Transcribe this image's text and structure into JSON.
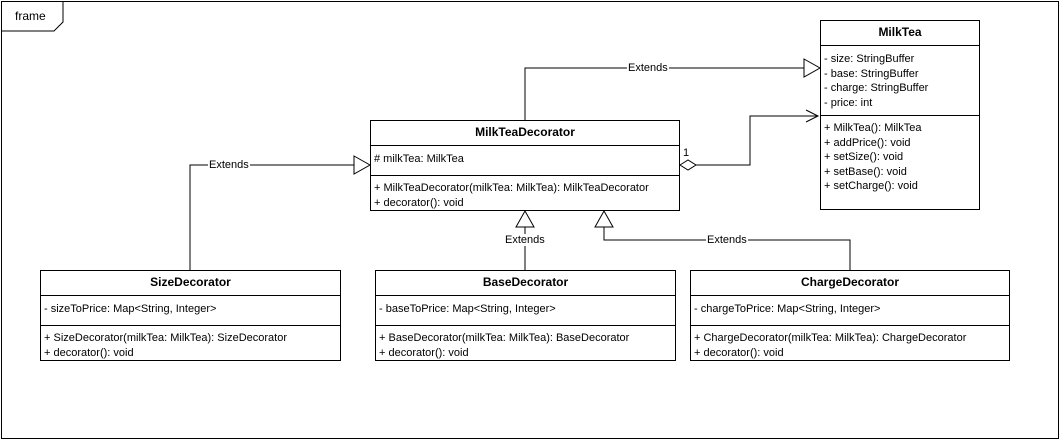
{
  "frame": {
    "label": "frame"
  },
  "classes": {
    "milktea": {
      "name": "MilkTea",
      "attributes": [
        "- size: StringBuffer",
        "- base: StringBuffer",
        "- charge: StringBuffer",
        "- price: int"
      ],
      "methods": [
        "+ MilkTea(): MilkTea",
        "+ addPrice(): void",
        "+ setSize(): void",
        "+ setBase(): void",
        "+ setCharge(): void"
      ]
    },
    "decorator": {
      "name": "MilkTeaDecorator",
      "attributes": [
        "# milkTea: MilkTea"
      ],
      "methods": [
        "+ MilkTeaDecorator(milkTea: MilkTea): MilkTeaDecorator",
        "+ decorator(): void"
      ]
    },
    "size": {
      "name": "SizeDecorator",
      "attributes": [
        "- sizeToPrice: Map<String, Integer>"
      ],
      "methods": [
        "+ SizeDecorator(milkTea: MilkTea): SizeDecorator",
        "+ decorator(): void"
      ]
    },
    "base": {
      "name": "BaseDecorator",
      "attributes": [
        "- baseToPrice: Map<String, Integer>"
      ],
      "methods": [
        "+ BaseDecorator(milkTea: MilkTea): BaseDecorator",
        "+ decorator(): void"
      ]
    },
    "charge": {
      "name": "ChargeDecorator",
      "attributes": [
        "- chargeToPrice: Map<String, Integer>"
      ],
      "methods": [
        "+ ChargeDecorator(milkTea: MilkTea): ChargeDecorator",
        "+ decorator(): void"
      ]
    }
  },
  "relations": {
    "decorator_extends_milktea": "Extends",
    "size_extends": "Extends",
    "base_extends": "Extends",
    "charge_extends": "Extends",
    "aggregation_multiplicity": "1"
  }
}
